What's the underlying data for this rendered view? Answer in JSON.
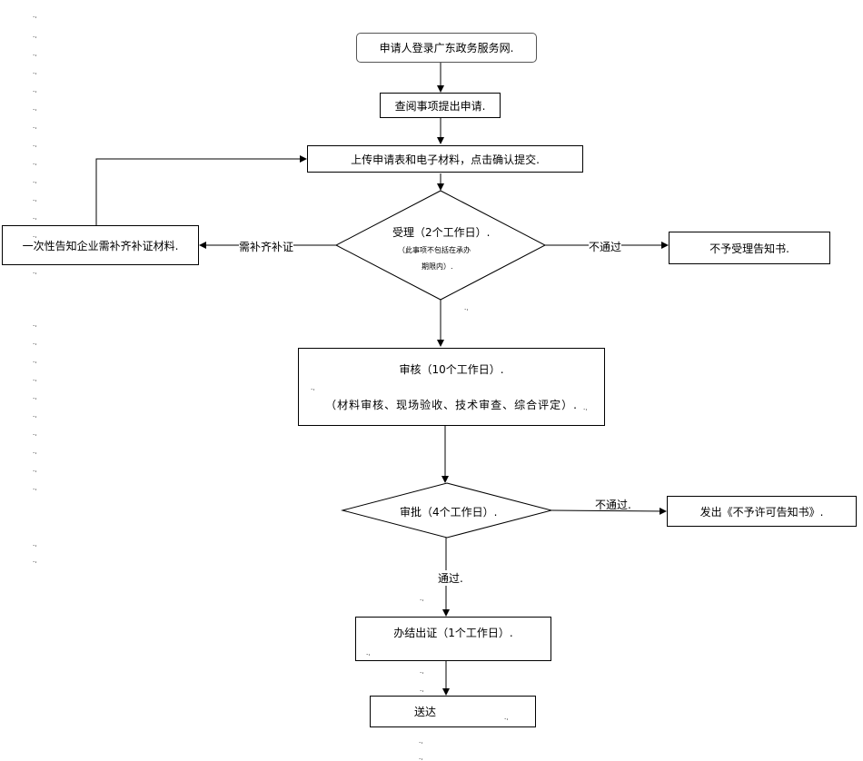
{
  "diagram": {
    "nodes": {
      "login": "申请人登录广东政务服务网.",
      "view": "查阅事项提出申请.",
      "upload": "上传申请表和电子材料，点击确认提交.",
      "accept_line1": "受理（2个工作日）.",
      "accept_note1": "（此事项不包括在承办",
      "accept_note2": "期限内）.",
      "supplement": "一次性告知企业需补齐补证材料.",
      "reject_accept": "不予受理告知书.",
      "review_line1": "审核（10个工作日）.",
      "review_line2": "（材料审核、现场验收、技术审查、综合评定）.",
      "approve": "审批（4个工作日）.",
      "notice_no": "发出《不予许可告知书》.",
      "issue": "办结出证（1个工作日）.",
      "deliver": "送达"
    },
    "edge_labels": {
      "need_supplement": "需补齐补证",
      "fail1": "不通过",
      "fail2": "不通过.",
      "pass": "通过."
    },
    "paragraph_mark": ".ˌ"
  }
}
